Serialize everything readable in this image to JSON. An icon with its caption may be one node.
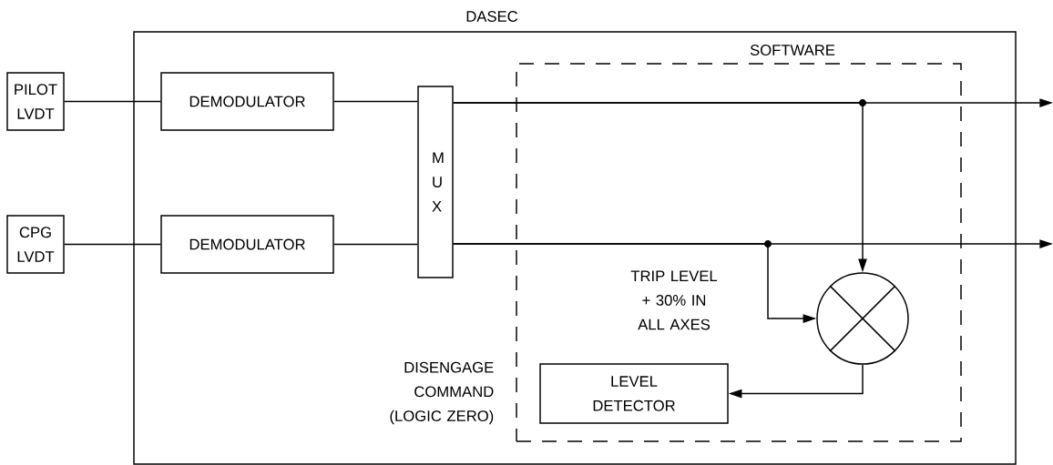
{
  "diagram": {
    "nodes": [
      {
        "text": [
          "DASEC"
        ]
      },
      {
        "text": [
          "PILOT LVDT"
        ]
      },
      {
        "text": [
          "CPG LVDT"
        ]
      },
      {
        "text": [
          "DEMODULATOR"
        ],
        "in": 0
      },
      {
        "text": [
          "DEMODULATOR"
        ],
        "in": 0
      },
      {
        "text": [
          "M U X"
        ],
        "in": 0
      },
      {
        "text": [
          "SOFTWARE"
        ],
        "in": 0
      },
      {
        "text": [],
        "shape": "circle",
        "in": 6
      },
      {
        "text": [
          "LEVEL DETECTOR"
        ],
        "in": 6
      }
    ],
    "edges": [
      {
        "from": 1,
        "to": 3,
        "arrow": "none"
      },
      {
        "from": 2,
        "to": 4,
        "arrow": "none"
      },
      {
        "from": 3,
        "to": 5,
        "arrow": "none"
      },
      {
        "from": 4,
        "to": 5,
        "arrow": "none"
      },
      {
        "from": 5,
        "to": null,
        "arrow": "to"
      },
      {
        "from": 5,
        "to": 7,
        "arrow": "to"
      },
      {
        "from": 5,
        "to": null,
        "arrow": "to"
      },
      {
        "from": 5,
        "to": 7,
        "arrow": "to"
      },
      {
        "from": 7,
        "to": 8,
        "arrow": "to"
      }
    ],
    "labels": [
      "TRIP LEVEL + 30% IN ALL AXES",
      "DISENGAGE COMMAND (LOGIC ZERO)"
    ]
  }
}
